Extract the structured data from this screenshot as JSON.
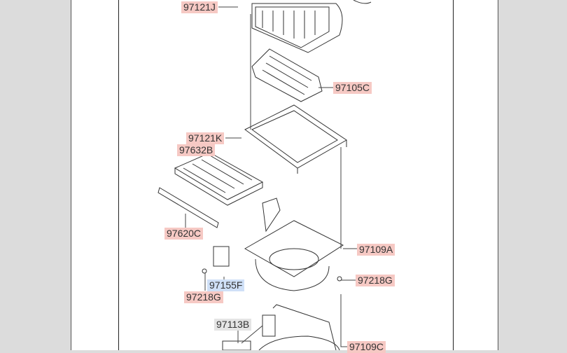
{
  "parts": [
    {
      "id": "p1",
      "label": "97121J",
      "style": "pink"
    },
    {
      "id": "p2",
      "label": "97105C",
      "style": "pink"
    },
    {
      "id": "p3",
      "label": "97121K",
      "style": "pink"
    },
    {
      "id": "p4",
      "label": "97632B",
      "style": "pink"
    },
    {
      "id": "p5",
      "label": "97620C",
      "style": "pink"
    },
    {
      "id": "p6",
      "label": "97109A",
      "style": "pink"
    },
    {
      "id": "p7",
      "label": "97218G",
      "style": "pink"
    },
    {
      "id": "p8",
      "label": "97155F",
      "style": "blue"
    },
    {
      "id": "p9",
      "label": "97218G",
      "style": "pink"
    },
    {
      "id": "p10",
      "label": "97113B",
      "style": "gray"
    },
    {
      "id": "p11",
      "label": "97109C",
      "style": "pink"
    }
  ]
}
